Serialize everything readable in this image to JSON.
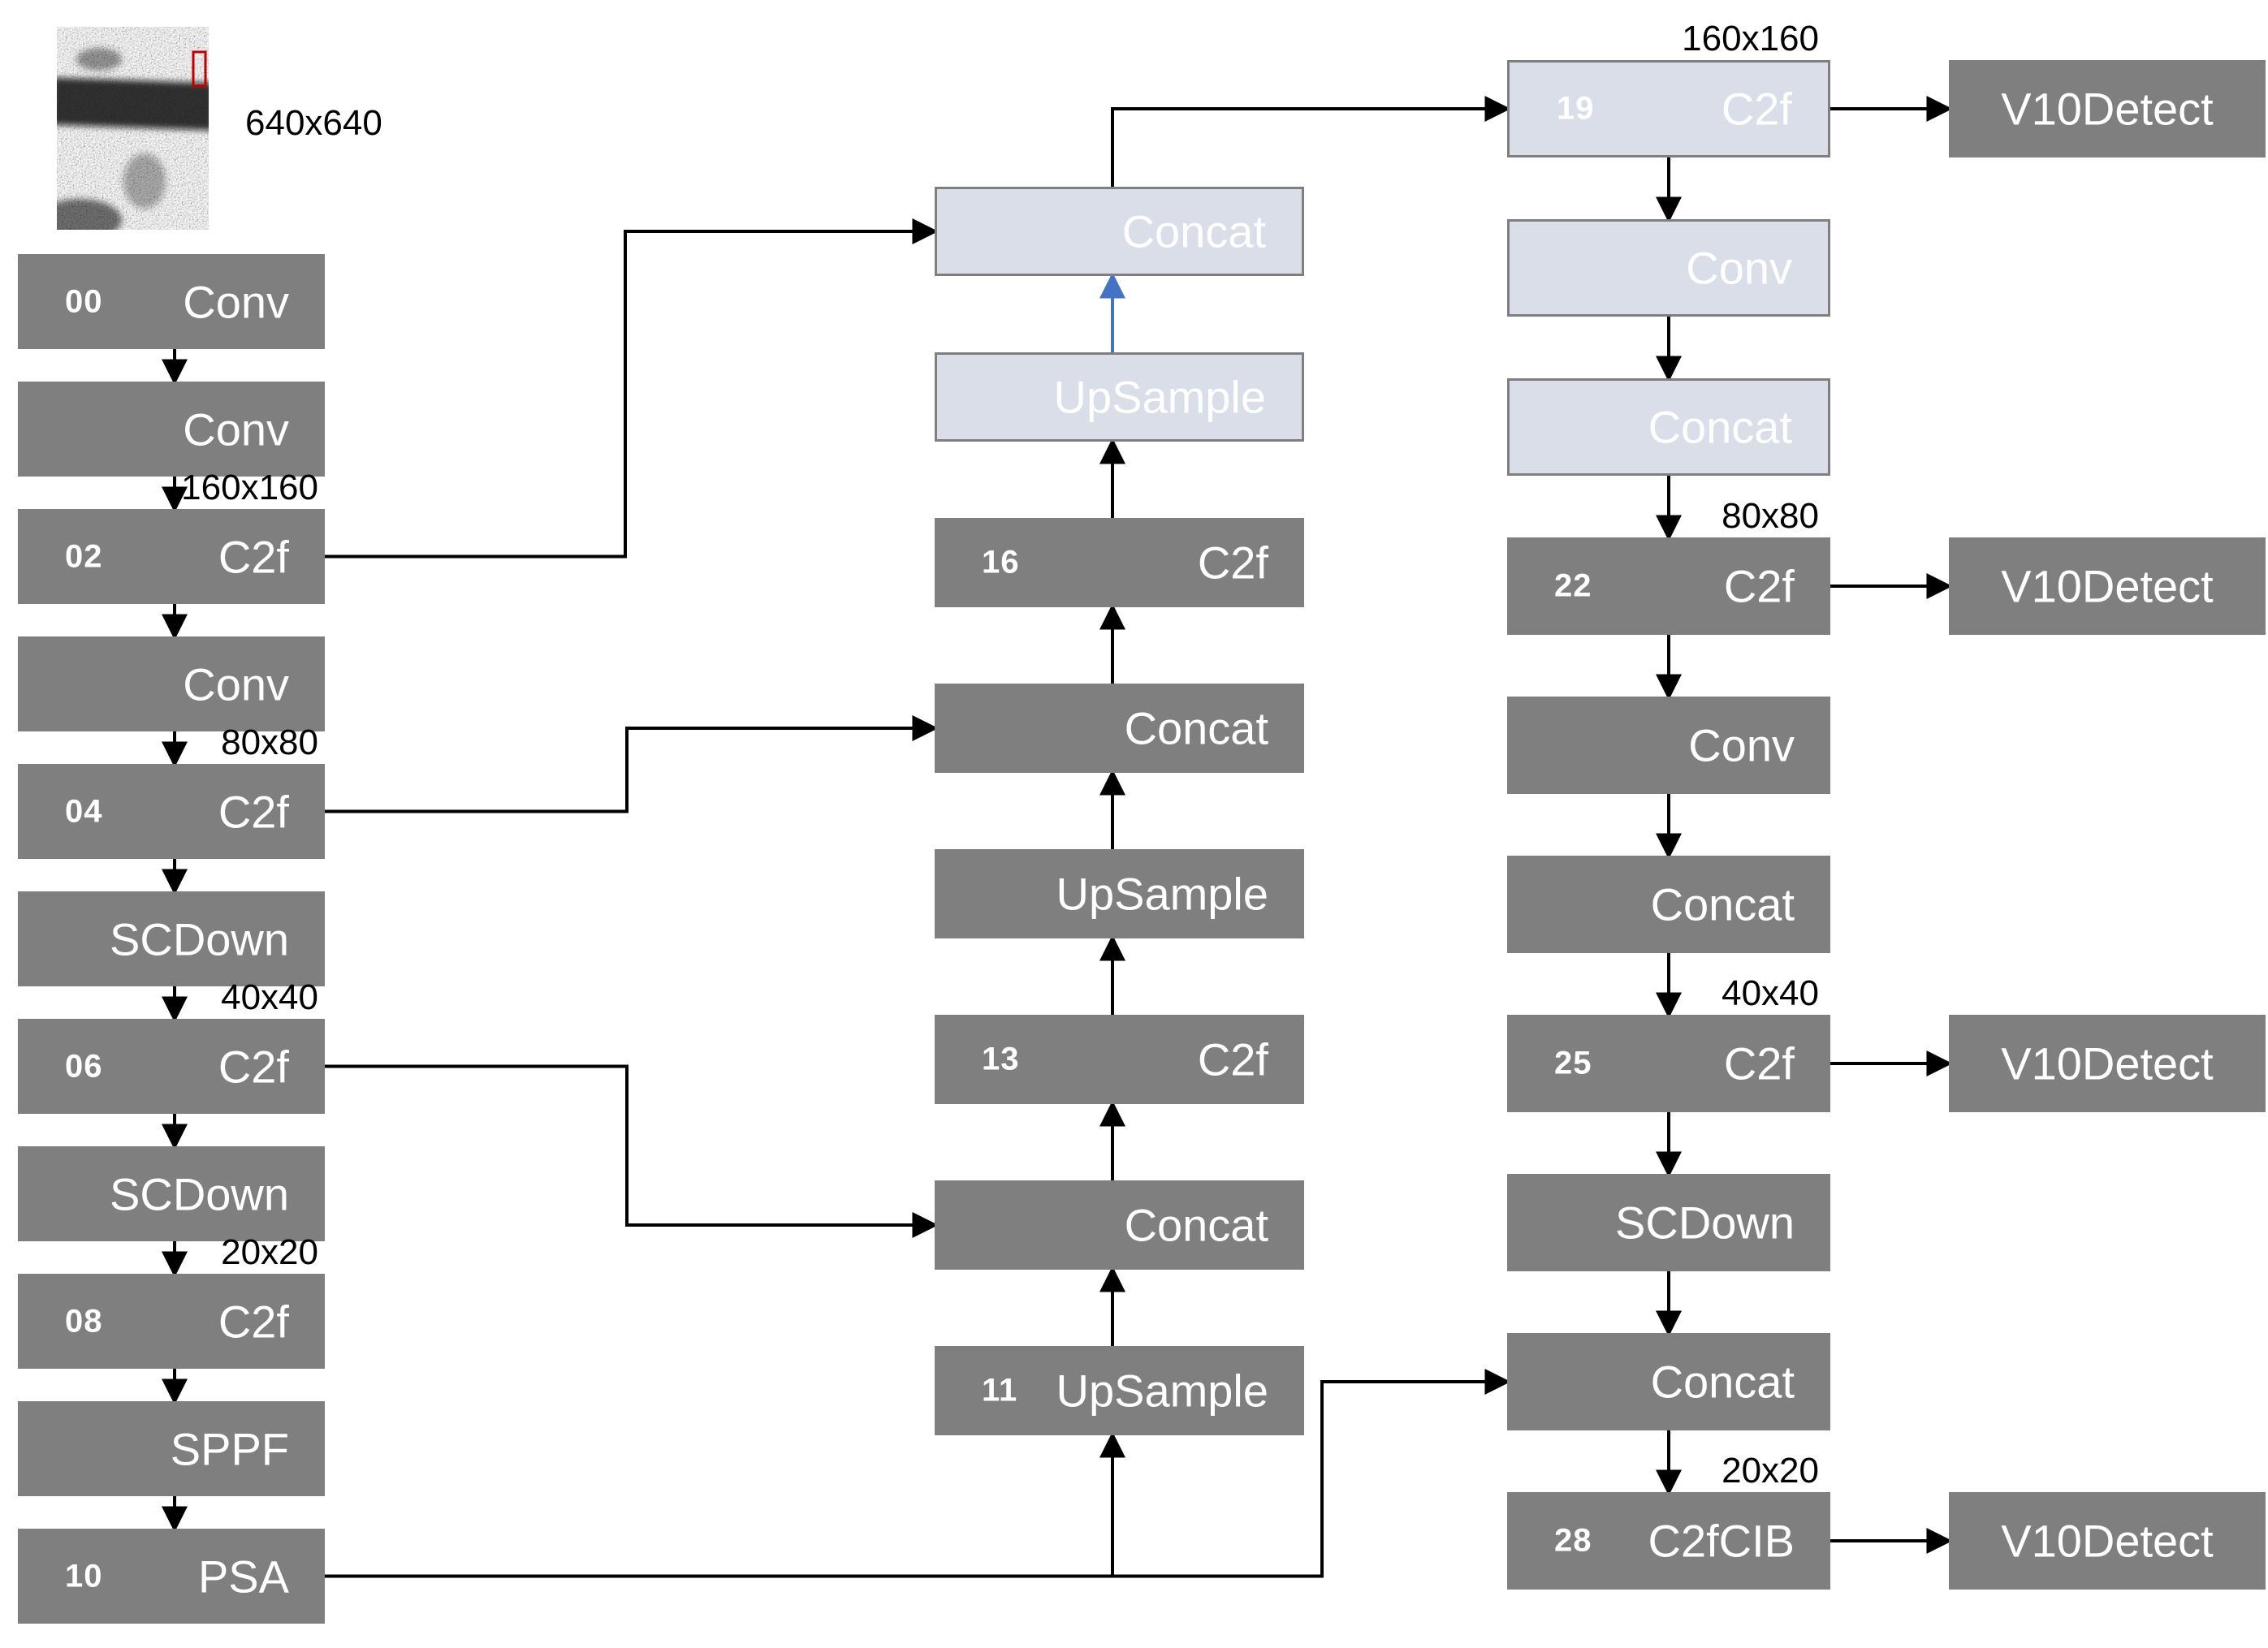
{
  "diagram": {
    "type": "neural-network-architecture",
    "model_family": "YOLOv10 with C2f / SCDown / PSA / V10Detect blocks"
  },
  "colors": {
    "box_dark": "#7f7f7f",
    "box_light_fill": "#d9dee8",
    "box_light_border": "#7f7f7f",
    "box_text": "#ffffff",
    "arrow": "#000000",
    "arrow_highlight_blue": "#4472c4",
    "dim_text": "#000000",
    "annotation_box_red": "#c00000"
  },
  "input_image": {
    "size_label": "640x640",
    "description": "grayscale speckled SAR-like input image with dark horizontal band and small red annotation box"
  },
  "columns": {
    "backbone": [
      {
        "id": "backbone-00",
        "index": "00",
        "label": "Conv",
        "style": "dark"
      },
      {
        "id": "backbone-01",
        "index": "",
        "label": "Conv",
        "style": "dark"
      },
      {
        "id": "backbone-02",
        "index": "02",
        "label": "C2f",
        "style": "dark"
      },
      {
        "id": "backbone-03",
        "index": "",
        "label": "Conv",
        "style": "dark"
      },
      {
        "id": "backbone-04",
        "index": "04",
        "label": "C2f",
        "style": "dark"
      },
      {
        "id": "backbone-05",
        "index": "",
        "label": "SCDown",
        "style": "dark"
      },
      {
        "id": "backbone-06",
        "index": "06",
        "label": "C2f",
        "style": "dark"
      },
      {
        "id": "backbone-07",
        "index": "",
        "label": "SCDown",
        "style": "dark"
      },
      {
        "id": "backbone-08",
        "index": "08",
        "label": "C2f",
        "style": "dark"
      },
      {
        "id": "backbone-09",
        "index": "",
        "label": "SPPF",
        "style": "dark"
      },
      {
        "id": "backbone-10",
        "index": "10",
        "label": "PSA",
        "style": "dark"
      }
    ],
    "neck": [
      {
        "id": "neck-0",
        "index": "",
        "label": "Concat",
        "style": "light"
      },
      {
        "id": "neck-1",
        "index": "",
        "label": "UpSample",
        "style": "light"
      },
      {
        "id": "neck-2",
        "index": "16",
        "label": "C2f",
        "style": "dark"
      },
      {
        "id": "neck-3",
        "index": "",
        "label": "Concat",
        "style": "dark"
      },
      {
        "id": "neck-4",
        "index": "",
        "label": "UpSample",
        "style": "dark"
      },
      {
        "id": "neck-5",
        "index": "13",
        "label": "C2f",
        "style": "dark"
      },
      {
        "id": "neck-6",
        "index": "",
        "label": "Concat",
        "style": "dark"
      },
      {
        "id": "neck-7",
        "index": "11",
        "label": "UpSample",
        "style": "dark"
      }
    ],
    "head": [
      {
        "id": "head-0",
        "index": "19",
        "label": "C2f",
        "style": "light"
      },
      {
        "id": "head-1",
        "index": "",
        "label": "Conv",
        "style": "light"
      },
      {
        "id": "head-2",
        "index": "",
        "label": "Concat",
        "style": "light"
      },
      {
        "id": "head-3",
        "index": "22",
        "label": "C2f",
        "style": "dark"
      },
      {
        "id": "head-4",
        "index": "",
        "label": "Conv",
        "style": "dark"
      },
      {
        "id": "head-5",
        "index": "",
        "label": "Concat",
        "style": "dark"
      },
      {
        "id": "head-6",
        "index": "25",
        "label": "C2f",
        "style": "dark"
      },
      {
        "id": "head-7",
        "index": "",
        "label": "SCDown",
        "style": "dark"
      },
      {
        "id": "head-8",
        "index": "",
        "label": "Concat",
        "style": "dark"
      },
      {
        "id": "head-9",
        "index": "28",
        "label": "C2fCIB",
        "style": "dark"
      }
    ],
    "detect": [
      {
        "id": "detect-0",
        "index": "",
        "label": "V10Detect",
        "style": "dark"
      },
      {
        "id": "detect-1",
        "index": "",
        "label": "V10Detect",
        "style": "dark"
      },
      {
        "id": "detect-2",
        "index": "",
        "label": "V10Detect",
        "style": "dark"
      },
      {
        "id": "detect-3",
        "index": "",
        "label": "V10Detect",
        "style": "dark"
      }
    ]
  },
  "dimension_labels": {
    "backbone": [
      {
        "text": "160x160",
        "above_slot": 2
      },
      {
        "text": "80x80",
        "above_slot": 4
      },
      {
        "text": "40x40",
        "above_slot": 6
      },
      {
        "text": "20x20",
        "above_slot": 8
      }
    ],
    "head": [
      {
        "text": "160x160",
        "above_slot": 0
      },
      {
        "text": "80x80",
        "above_slot": 3
      },
      {
        "text": "40x40",
        "above_slot": 6
      },
      {
        "text": "20x20",
        "above_slot": 9
      }
    ]
  },
  "edges": {
    "backbone_chain_direction": "down",
    "neck_chain_direction": "up",
    "head_chain_direction": "down",
    "detect_links": [
      {
        "from_head_slot": 0,
        "to_detect": 0
      },
      {
        "from_head_slot": 3,
        "to_detect": 1
      },
      {
        "from_head_slot": 6,
        "to_detect": 2
      },
      {
        "from_head_slot": 9,
        "to_detect": 3
      }
    ],
    "skips": [
      {
        "from": "backbone-02",
        "to": "neck-0",
        "kind": "elbow"
      },
      {
        "from": "backbone-04",
        "to": "neck-3",
        "kind": "elbow"
      },
      {
        "from": "backbone-06",
        "to": "neck-6",
        "kind": "elbow"
      },
      {
        "from": "neck-0",
        "to": "head-0",
        "kind": "up_over"
      },
      {
        "from": "backbone-10",
        "to": "neck-7",
        "kind": "branch_up"
      },
      {
        "from": "backbone-10",
        "to": "head-8",
        "kind": "elbow_far"
      }
    ],
    "blue_edge": {
      "from": "neck-1",
      "to": "neck-0"
    }
  }
}
